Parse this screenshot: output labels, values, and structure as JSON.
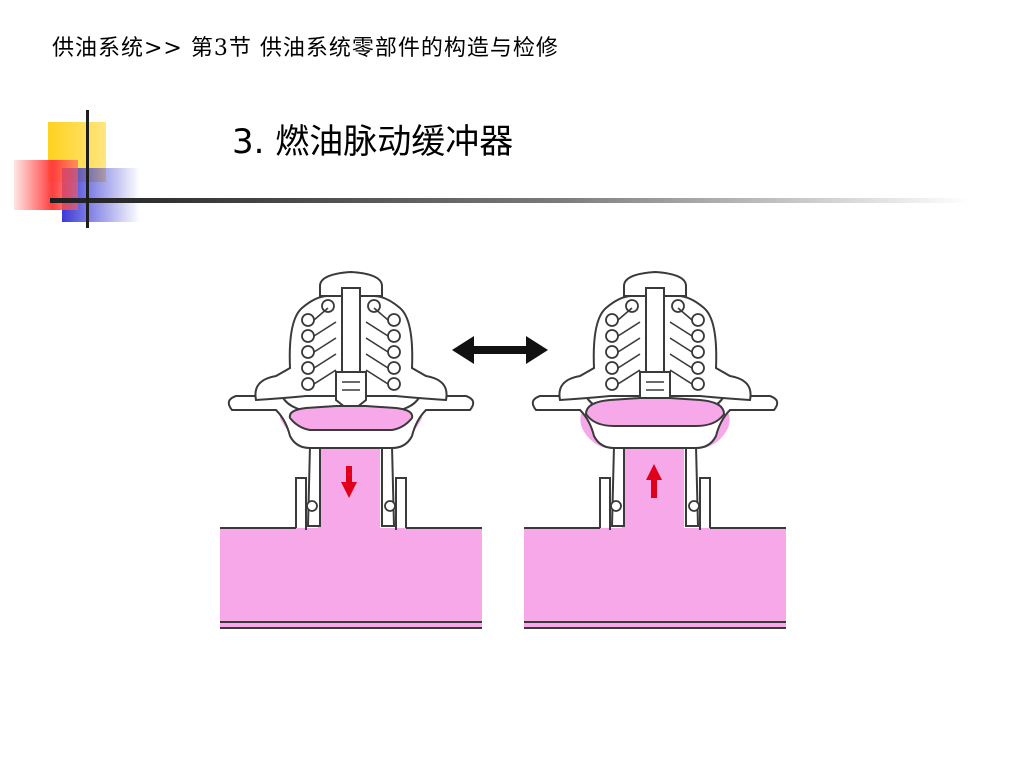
{
  "header": {
    "breadcrumb": "供油系统>> 第3节 供油系统零部件的构造与检修"
  },
  "slide": {
    "title": "3. 燃油脉动缓冲器"
  },
  "figure": {
    "left_flow_direction": "down",
    "right_flow_direction": "up",
    "colors": {
      "fuel": "#f7a8e8",
      "flow_arrow": "#e0001b",
      "outline": "#3a3a3a",
      "deco_yellow": "#ffd21f",
      "deco_blue": "#3b3bd6",
      "deco_red": "#ff4d4d"
    }
  }
}
